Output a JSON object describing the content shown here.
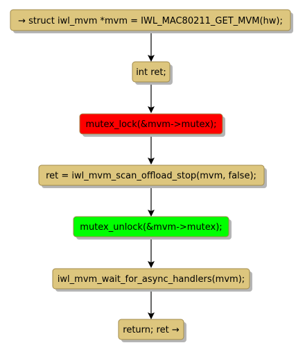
{
  "colors": {
    "default_fill": "#DDC67E",
    "default_stroke": "#A08A4A",
    "lock_fill": "#FF0000",
    "unlock_fill": "#00FF00",
    "arrow": "#000000",
    "shadow": "#B5B5B5"
  },
  "nodes": [
    {
      "id": "entry",
      "label": "→ struct iwl_mvm *mvm = IWL_MAC80211_GET_MVM(hw);",
      "fill": "default"
    },
    {
      "id": "decl",
      "label": "int ret;",
      "fill": "default"
    },
    {
      "id": "lock",
      "label": "mutex_lock(&mvm->mutex);",
      "fill": "lock"
    },
    {
      "id": "stop",
      "label": "ret = iwl_mvm_scan_offload_stop(mvm, false);",
      "fill": "default"
    },
    {
      "id": "unlock",
      "label": "mutex_unlock(&mvm->mutex);",
      "fill": "unlock"
    },
    {
      "id": "wait",
      "label": "iwl_mvm_wait_for_async_handlers(mvm);",
      "fill": "default"
    },
    {
      "id": "ret",
      "label": "return; ret →",
      "fill": "default"
    }
  ],
  "edges": [
    {
      "from": "entry",
      "to": "decl"
    },
    {
      "from": "decl",
      "to": "lock"
    },
    {
      "from": "lock",
      "to": "stop"
    },
    {
      "from": "stop",
      "to": "unlock"
    },
    {
      "from": "unlock",
      "to": "wait"
    },
    {
      "from": "wait",
      "to": "ret"
    }
  ]
}
